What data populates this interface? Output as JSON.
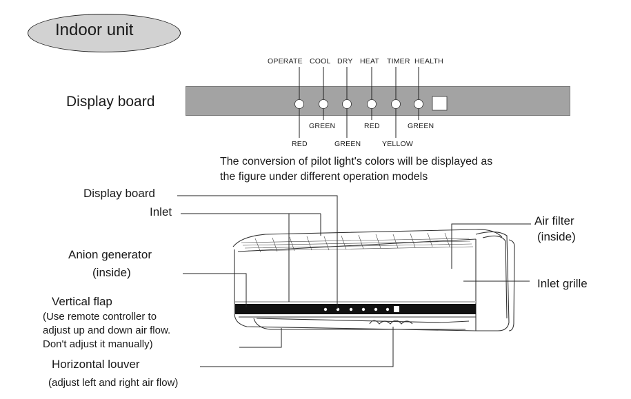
{
  "title": "Indoor unit",
  "display_board": {
    "label": "Display board",
    "indicators": [
      {
        "name": "OPERATE",
        "color": "RED"
      },
      {
        "name": "COOL",
        "color": "GREEN"
      },
      {
        "name": "DRY",
        "color": "GREEN"
      },
      {
        "name": "HEAT",
        "color": "RED"
      },
      {
        "name": "TIMER",
        "color": "YELLOW"
      },
      {
        "name": "HEALTH",
        "color": "GREEN"
      }
    ]
  },
  "note": {
    "line1": "The conversion of pilot light's colors will be displayed as",
    "line2": "the figure under different operation models"
  },
  "callouts": {
    "display_board": "Display board",
    "inlet": "Inlet",
    "anion_line1": "Anion generator",
    "anion_line2": "(inside)",
    "vflap_title": "Vertical flap",
    "vflap_line1": "(Use remote controller to",
    "vflap_line2": "adjust up and down air flow.",
    "vflap_line3": "Don't adjust it manually)",
    "hlouver_title": "Horizontal louver",
    "hlouver_line1": "(adjust left and right air flow)",
    "air_filter_line1": "Air filter",
    "air_filter_line2": "(inside)",
    "inlet_grille": "Inlet grille"
  },
  "colors": {
    "board_gray": "#a3a3a3",
    "oval_gray": "#d2d2d2",
    "unit_display_strip": "#111111"
  }
}
